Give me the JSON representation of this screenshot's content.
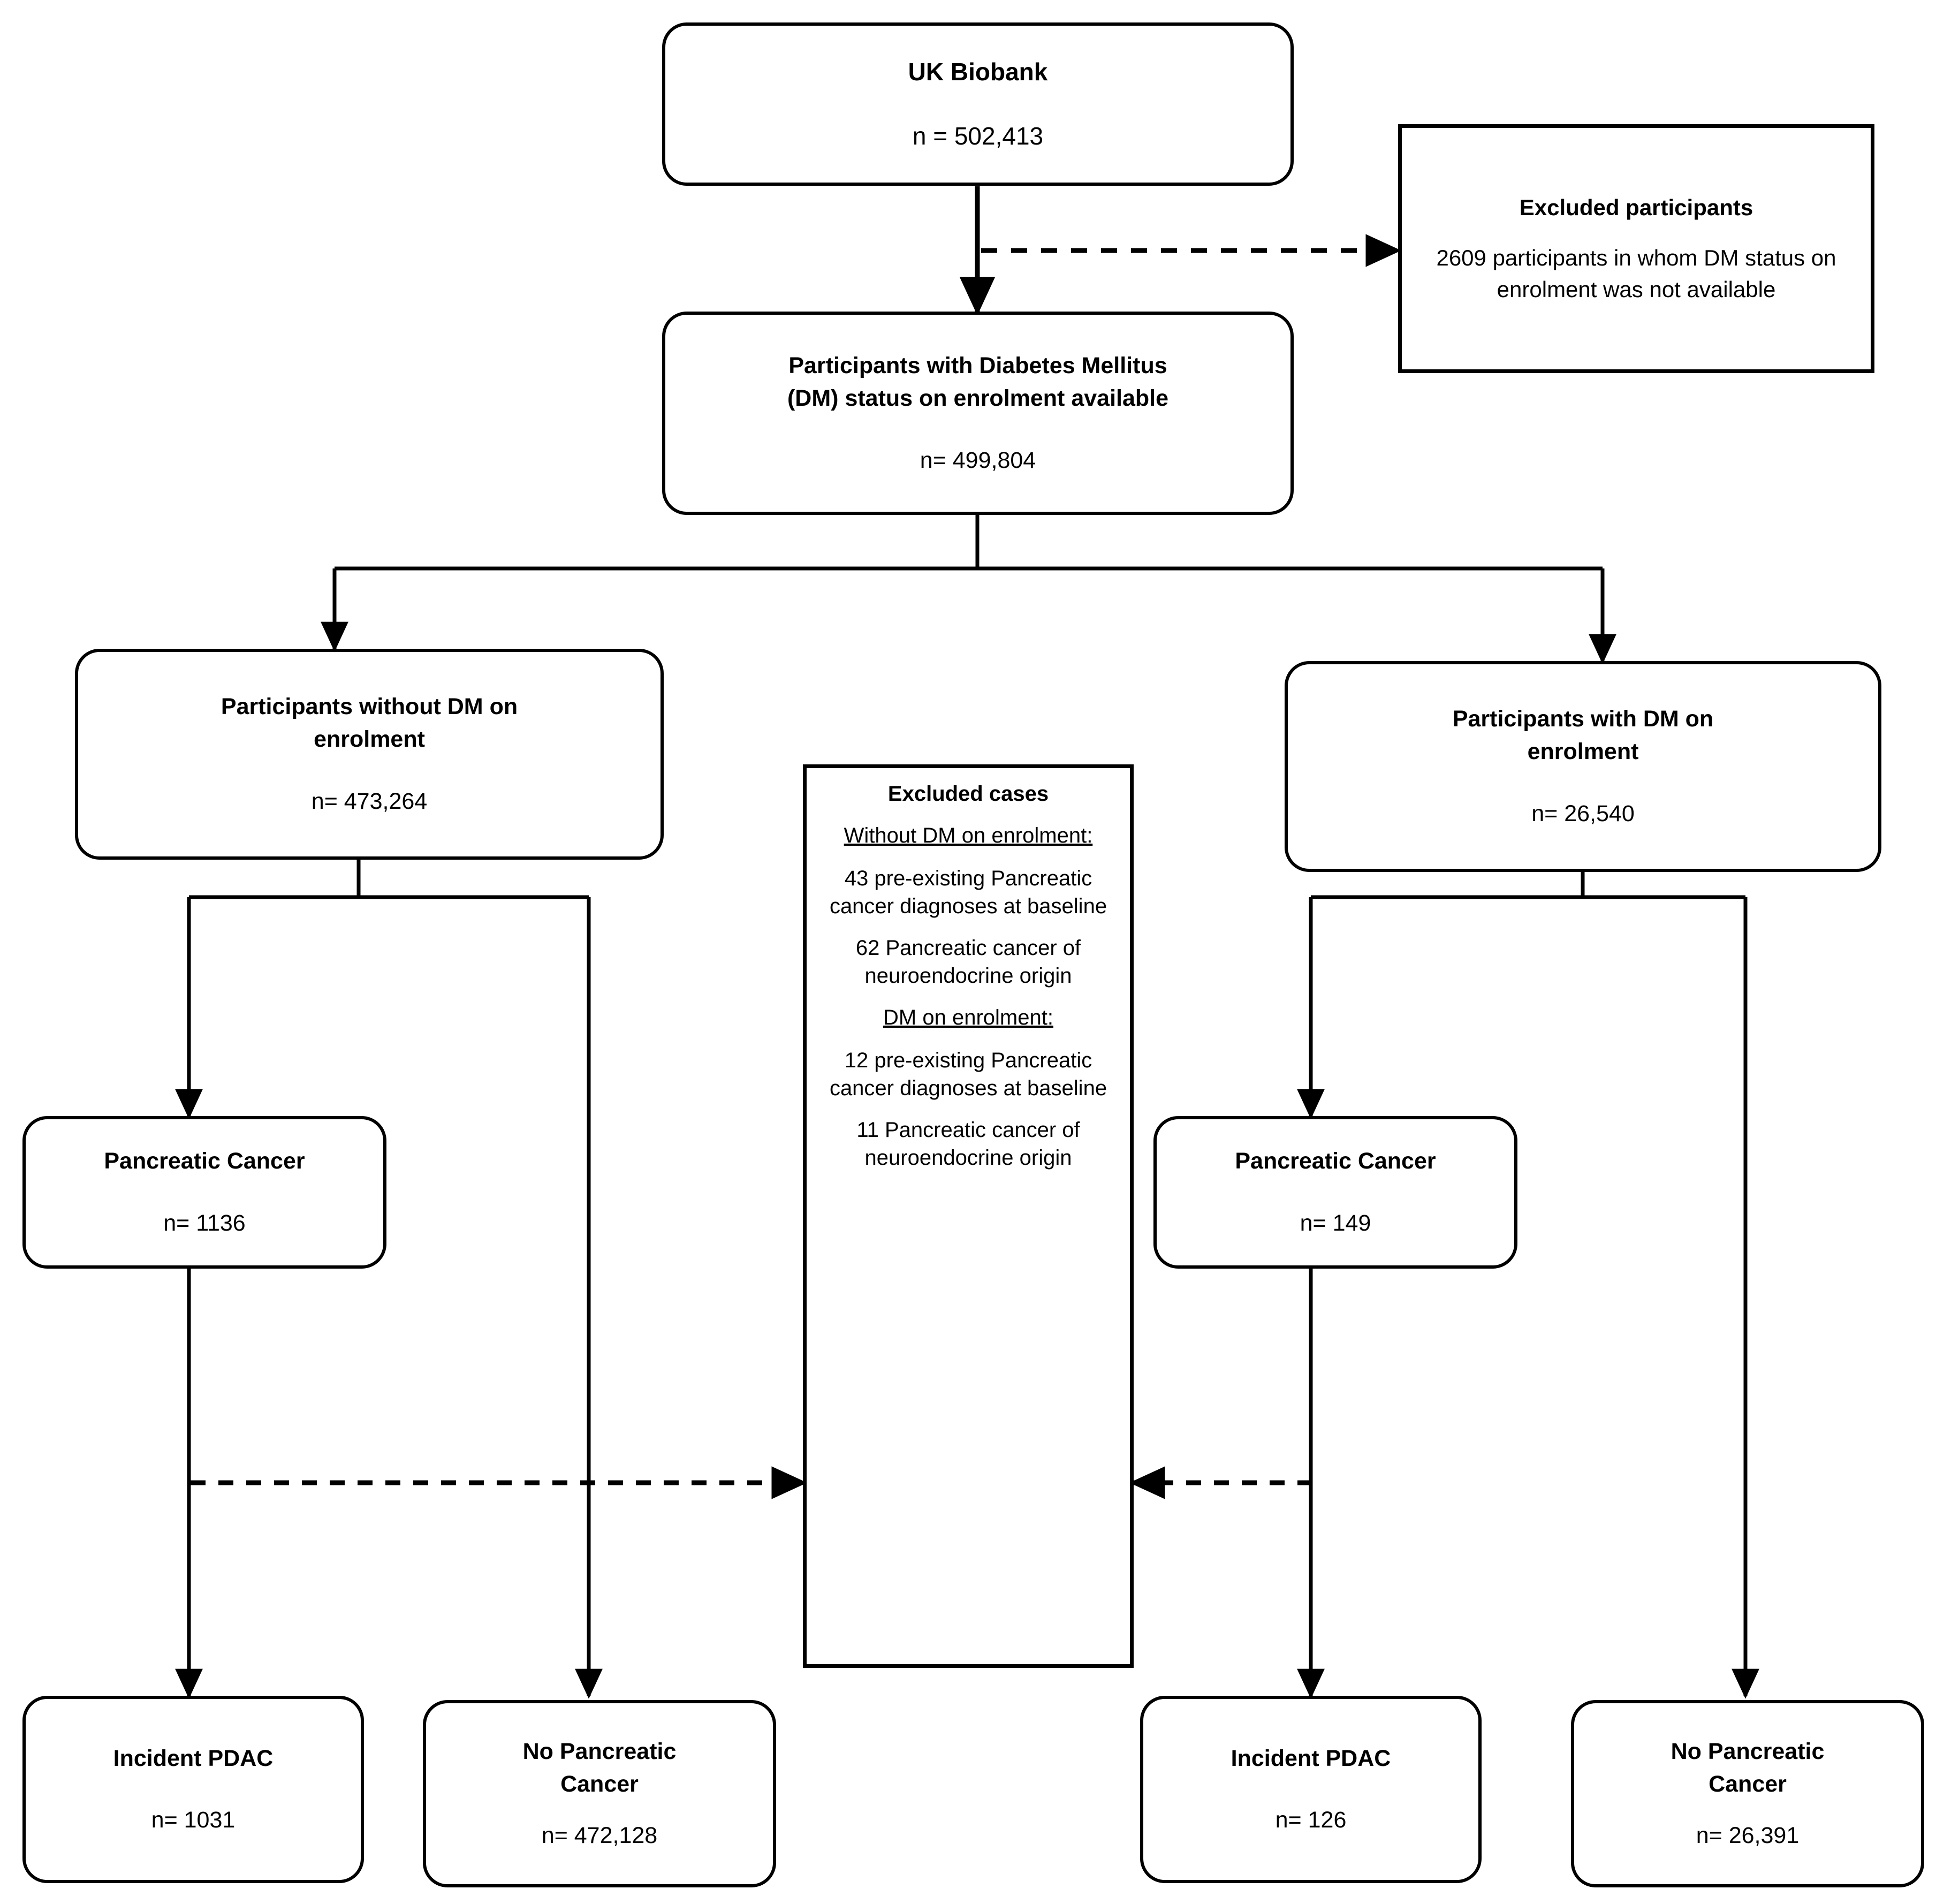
{
  "diagram": {
    "type": "flowchart",
    "title": "UK Biobank pancreatic cancer cohort selection flow diagram"
  },
  "nodes": {
    "uk_biobank": {
      "title": "UK Biobank",
      "n": "n = 502,413"
    },
    "excluded_participants": {
      "title": "Excluded participants",
      "body": "2609 participants in whom DM status on enrolment was not available"
    },
    "dm_status": {
      "title_l1": "Participants with Diabetes Mellitus",
      "title_l2": "(DM) status on enrolment available",
      "n": "n= 499,804"
    },
    "without_dm": {
      "title_l1": "Participants without DM on",
      "title_l2": "enrolment",
      "n": "n= 473,264"
    },
    "with_dm": {
      "title_l1": "Participants with DM on",
      "title_l2": "enrolment",
      "n": "n= 26,540"
    },
    "pc_left": {
      "title": "Pancreatic Cancer",
      "n": "n= 1136"
    },
    "pc_right": {
      "title": "Pancreatic Cancer",
      "n": "n= 149"
    },
    "pdac_left": {
      "title": "Incident PDAC",
      "n": "n= 1031"
    },
    "nopc_left": {
      "title_l1": "No Pancreatic",
      "title_l2": "Cancer",
      "n": "n= 472,128"
    },
    "pdac_right": {
      "title": "Incident PDAC",
      "n": "n= 126"
    },
    "nopc_right": {
      "title_l1": "No Pancreatic",
      "title_l2": "Cancer",
      "n": "n= 26,391"
    }
  },
  "excluded_cases": {
    "heading": "Excluded cases",
    "section_1_label": "Without DM on enrolment:",
    "section_1_items": [
      "43 pre-existing Pancreatic cancer diagnoses at baseline",
      "62 Pancreatic cancer of neuroendocrine origin"
    ],
    "section_2_label": "DM on enrolment:",
    "section_2_items": [
      "12 pre-existing Pancreatic cancer diagnoses at baseline",
      "11 Pancreatic cancer of neuroendocrine origin"
    ]
  },
  "colors": {
    "stroke": "#000000",
    "fill": "#ffffff"
  }
}
